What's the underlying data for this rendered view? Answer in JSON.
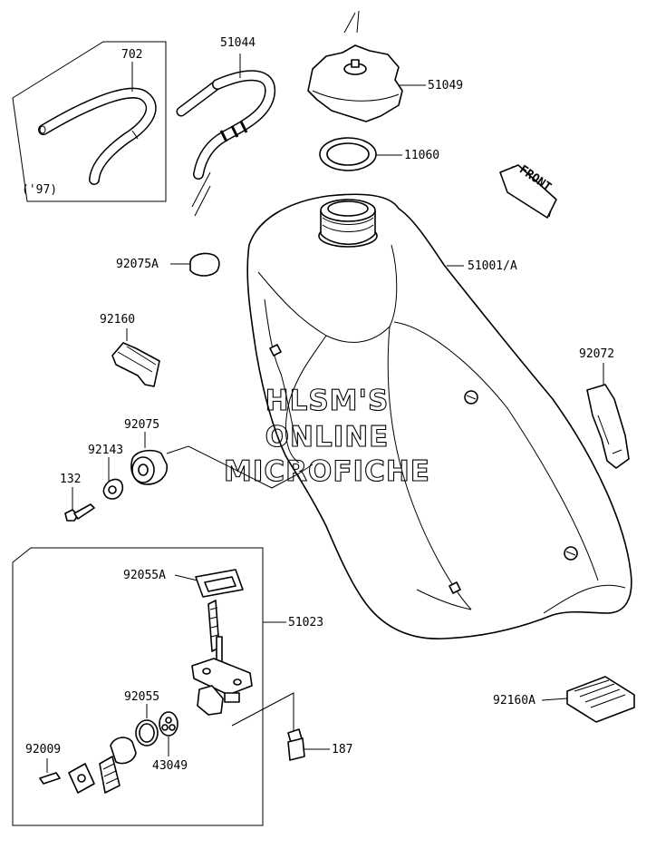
{
  "diagram": {
    "watermark": [
      "HLSM'S",
      "ONLINE",
      "MICROFICHE"
    ],
    "front_label": "FRONT",
    "parts": {
      "p702": "702",
      "p97": "('97)",
      "p51044": "51044",
      "p51049": "51049",
      "p11060": "11060",
      "p92075A": "92075A",
      "p51001A": "51001/A",
      "p92160": "92160",
      "p92072": "92072",
      "p92075": "92075",
      "p92143": "92143",
      "p132": "132",
      "p92055A": "92055A",
      "p51023": "51023",
      "p92055": "92055",
      "p92009": "92009",
      "p43049": "43049",
      "p187": "187",
      "p92160A": "92160A"
    }
  }
}
